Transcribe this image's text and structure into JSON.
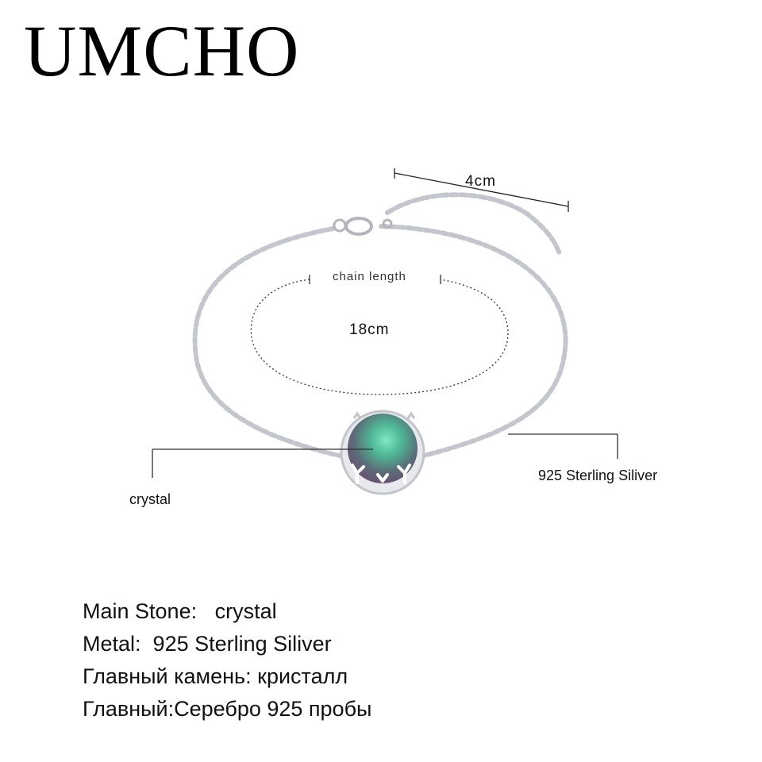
{
  "brand": {
    "name": "UMCHO"
  },
  "illustration": {
    "extender_length_label": "4cm",
    "chain_caption": "chain length",
    "chain_length_label": "18cm",
    "stone_callout": "crystal",
    "metal_callout": "925 Sterling Siliver",
    "icons": [
      "bracelet-chain-icon",
      "crystal-pendant-icon",
      "lobster-clasp-icon"
    ]
  },
  "specs": [
    {
      "key": "Main Stone:",
      "value": "crystal"
    },
    {
      "key": "Metal:",
      "value": "925 Sterling Siliver"
    },
    {
      "key": "Главный камень:",
      "value": "кристалл"
    },
    {
      "key": "Главный:",
      "value": "Серебро 925 пробы"
    }
  ],
  "colors": {
    "text": "#111111",
    "chain": "#b9bcc2",
    "stone_center": "#5fd1a6",
    "stone_edge": "#6b4e73"
  }
}
